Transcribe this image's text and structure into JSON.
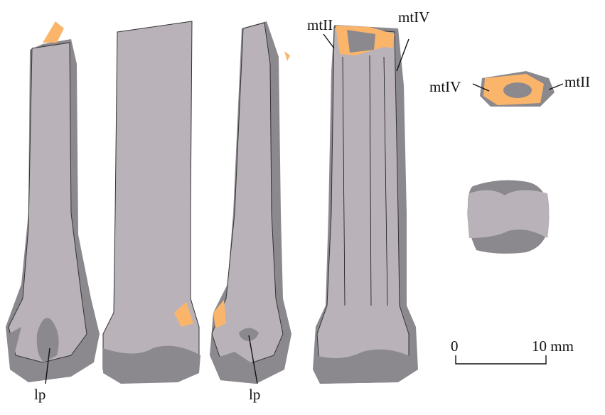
{
  "labels": {
    "mt2_top": "mtII",
    "mt4_top": "mtIV",
    "mt4_section": "mtIV",
    "mt2_section": "mtII",
    "lp_left": "lp",
    "lp_right": "lp"
  },
  "scale_bar": {
    "start": "0",
    "end": "10 mm"
  },
  "colors": {
    "bone_light": "#b9b3b9",
    "bone_dark": "#8c898e",
    "broken_surface": "#fbb56b"
  }
}
